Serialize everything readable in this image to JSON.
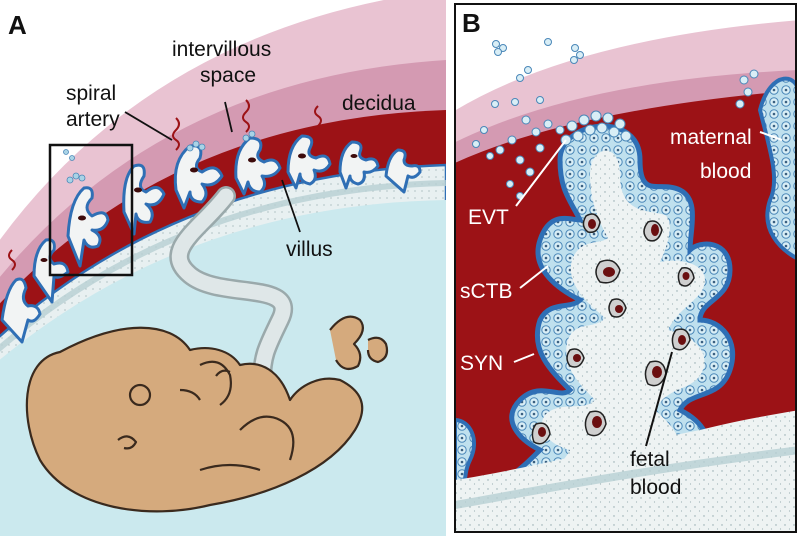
{
  "panels": {
    "a": {
      "letter": "A",
      "labels": {
        "spiral_artery_1": "spiral",
        "spiral_artery_2": "artery",
        "intervillous_1": "intervillous",
        "intervillous_2": "space",
        "decidua": "decidua",
        "villus": "villus"
      }
    },
    "b": {
      "letter": "B",
      "labels": {
        "maternal_1": "maternal",
        "maternal_2": "blood",
        "evt": "EVT",
        "sctb": "sCTB",
        "syn": "SYN",
        "fetal_1": "fetal",
        "fetal_2": "blood"
      }
    }
  },
  "colors": {
    "decidua_outer": "#e9c3d2",
    "decidua_inner": "#d79bb3",
    "maternal_blood": "#9c1216",
    "villus_core": "#f2f4f4",
    "syncytium": "#2f6fb5",
    "cytotrophoblast": "#a9d3e6",
    "amniotic_fluid": "#cbe9ee",
    "fetus": "#d5aa7d",
    "fetal_blood": "#6b0f10"
  }
}
